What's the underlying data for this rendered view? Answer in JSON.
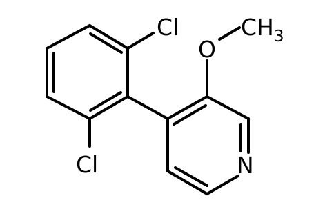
{
  "structure": {
    "atoms": {
      "cl_top": "Cl",
      "cl_bottom": "Cl",
      "oxygen": "O",
      "methyl": "CH",
      "methyl_subscript": "3",
      "nitrogen": "N"
    }
  }
}
